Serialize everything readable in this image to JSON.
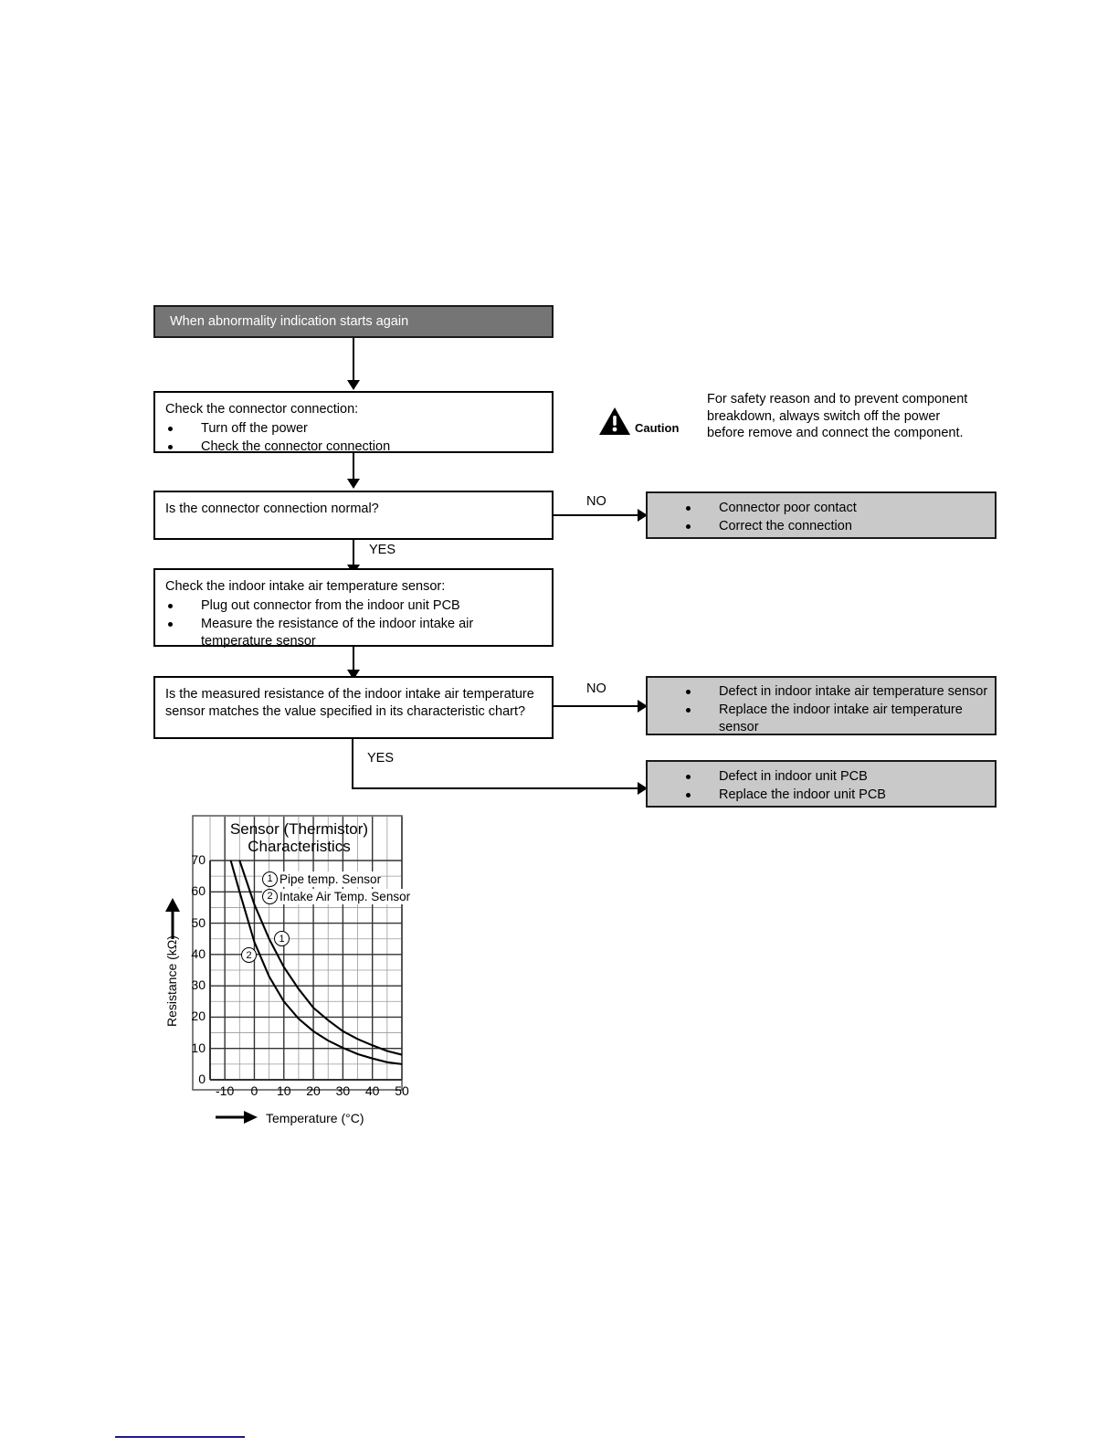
{
  "flowchart": {
    "header": {
      "label": "When abnormality indication starts again"
    },
    "steps": [
      {
        "id": "check-connector",
        "title": "Check the connector connection:",
        "bullets": [
          "Turn off the power",
          "Check the connector connection"
        ]
      },
      {
        "id": "decision-connector",
        "title": "Is the connector connection normal?",
        "bullets": []
      },
      {
        "id": "check-sensor",
        "title": "Check the indoor intake air temperature sensor:",
        "bullets": [
          "Plug out connector from the indoor unit PCB",
          "Measure the resistance of the indoor intake air temperature sensor"
        ]
      },
      {
        "id": "decision-resistance",
        "title": "Is the measured resistance of the indoor intake air temperature sensor matches the value specified in its characteristic chart?",
        "bullets": []
      }
    ],
    "results": [
      {
        "id": "result-connector",
        "bullets": [
          "Connector poor contact",
          "Correct the connection"
        ]
      },
      {
        "id": "result-sensor",
        "bullets": [
          "Defect in indoor intake air temperature sensor",
          "Replace the indoor intake air temperature sensor"
        ]
      },
      {
        "id": "result-pcb",
        "bullets": [
          "Defect in indoor unit PCB",
          "Replace the indoor unit PCB"
        ]
      }
    ],
    "edges": {
      "no_1": "NO",
      "yes_1": "YES",
      "no_2": "NO",
      "yes_2": "YES"
    }
  },
  "caution": {
    "icon": "warning-triangle-icon",
    "label": "Caution",
    "text": "For safety reason and to prevent component\nbreakdown, always switch off the power\nbefore remove and connect the component."
  },
  "chart_data": {
    "type": "line",
    "title": "Sensor (Thermistor)\nCharacteristics",
    "xlabel": "Temperature (°C)",
    "ylabel": "Resistance (kΩ)",
    "xlim": [
      -15,
      50
    ],
    "ylim": [
      0,
      70
    ],
    "xticks": [
      -10,
      0,
      10,
      20,
      30,
      40,
      50
    ],
    "yticks": [
      0,
      10,
      20,
      30,
      40,
      50,
      60,
      70
    ],
    "grid": true,
    "grid_minor_x": 5,
    "grid_minor_y": 5,
    "legend_position": "inside-top-right",
    "legend": [
      {
        "marker": "1",
        "name": "Pipe temp. Sensor"
      },
      {
        "marker": "2",
        "name": "Intake Air Temp. Sensor"
      }
    ],
    "annotations": [
      {
        "marker": "1",
        "x": 12,
        "y": 42
      },
      {
        "marker": "2",
        "x": 2,
        "y": 38
      }
    ],
    "series": [
      {
        "name": "Pipe temp. Sensor",
        "marker": "1",
        "x": [
          -5,
          0,
          5,
          10,
          15,
          20,
          25,
          30,
          35,
          40,
          45,
          50
        ],
        "y": [
          70,
          56,
          45,
          36,
          29,
          23,
          19,
          15.5,
          13,
          11,
          9.2,
          8
        ]
      },
      {
        "name": "Intake Air Temp. Sensor",
        "marker": "2",
        "x": [
          -8,
          -5,
          0,
          5,
          10,
          15,
          20,
          25,
          30,
          35,
          40,
          45,
          50
        ],
        "y": [
          70,
          60,
          44,
          33,
          25,
          19.5,
          15.5,
          12.5,
          10.2,
          8.2,
          6.8,
          5.6,
          5
        ]
      }
    ]
  }
}
